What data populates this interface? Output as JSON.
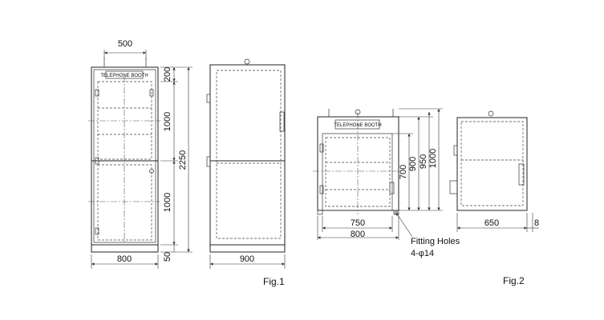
{
  "signs": {
    "booth_sign": "TELEPHONE BOOTH"
  },
  "fig1": {
    "caption": "Fig.1",
    "dims": {
      "top_width": "500",
      "h_top": "200",
      "h_upper": "1000",
      "h_total": "2250",
      "h_lower": "1000",
      "h_base": "50",
      "front_width": "800",
      "side_width": "900"
    }
  },
  "fig2": {
    "caption": "Fig.2",
    "dims": {
      "h_700": "700",
      "h_900": "900",
      "h_950": "950",
      "h_1000": "1000",
      "w_750": "750",
      "w_800": "800",
      "side_650": "650",
      "side_8": "8"
    },
    "note_line1": "Fitting Holes",
    "note_line2": "4-φ14"
  }
}
